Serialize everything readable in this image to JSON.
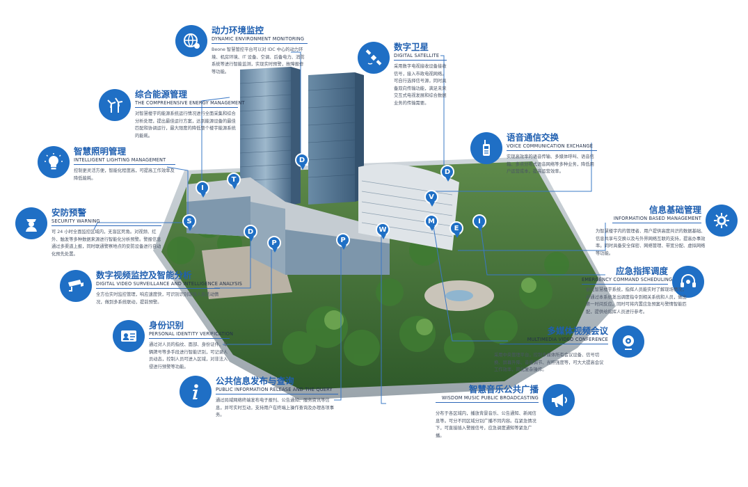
{
  "colors": {
    "accent": "#1f6fc5",
    "title": "#1f5fb0",
    "line": "#3a78c6"
  },
  "cards": [
    {
      "id": "dongli",
      "icon": "globe-gear-icon",
      "zh": "动力环境监控",
      "en": "DYNAMIC ENVIRONMENT MONITORING",
      "desc": "Beone 智慧管控平台可以对 IDC 中心的动力环境、机房环境、IT 设备、空调、后备电力、消防系统等进行智能监测，实现实时预警，故障报修等功能。"
    },
    {
      "id": "nengyuan",
      "icon": "wind-turbine-icon",
      "zh": "综合能源管理",
      "en": "THE COMPREHENSIVE ENERGY MANAGEMENT",
      "desc": "对智慧楼宇的能源系统运行情况进行全面采集和综合分析处理，提出最佳运行方案，达到能源设备的最佳匹配和协调运行，最大限度的降低整个楼宇能源系统的能耗。"
    },
    {
      "id": "zhaoming",
      "icon": "light-bulb-icon",
      "zh": "智慧照明管理",
      "en": "INTELLIGENT LIGHTING MANAGEMENT",
      "desc": "控制更灵活方便，智能化程度高，可提高工作效率及降低能耗。"
    },
    {
      "id": "anfang",
      "icon": "security-guard-icon",
      "zh": "安防预警",
      "en": "SECURITY WARNING",
      "desc": "可 24 小时全面监控区域内，无盲区死角。对视频、红外、触发等多种数据来源进行智能化分析预警。警报信息通过多渠道上报，同时联通警察地点的安防设备进行自动化预先处置。"
    },
    {
      "id": "shipin",
      "icon": "security-camera-icon",
      "zh": "数字视频监控及智能分析",
      "en": "DIGITAL VIDEO SURVEILLANCE AND INTELLIGENCE ANALYSIS",
      "desc": "全方位实时监控管理，响应速度快，可识别识别现场人员活动情况，做到多系统联动，提前预警。"
    },
    {
      "id": "shenfen",
      "icon": "id-card-icon",
      "zh": "身份识别",
      "en": "PERSONAL IDENTITY VERIFICATION",
      "desc": "通过对人员的指纹、面部、身份证件、车辆牌号等多手段进行智能识别，可记录人员动态，控制人员可进入区域，对非法入侵进行预警等功能。"
    },
    {
      "id": "gonggong",
      "icon": "info-icon",
      "zh": "公共信息发布与查询",
      "en": "PUBLIC INFORMATION RELEASE AND THE QUERY",
      "desc": "通过局域网络终端发布电子报刊、公告通知、服务资讯等信息，并可实时互动，支持用户在终端上操作查询及办理各项事务。"
    },
    {
      "id": "weixing",
      "icon": "satellite-icon",
      "zh": "数字卫星",
      "en": "DIGITAL SATELLITE",
      "desc": "采用数字电视接收设备接收信号，接入市政电视网络。可自行选择信号源，同时具备双向传输功能，满足未来交互式电视发展和综合数据业务的传输需要。"
    },
    {
      "id": "yuyin",
      "icon": "walkie-talkie-icon",
      "zh": "语音通信交换",
      "en": "VOICE COMMUNICATION EXCHANGE",
      "desc": "实现高效率的语音传输、多媒体呼叫、语音信箱、多点分布式语音网络等多种业务，降低用户运营成本，提高运营效率。"
    },
    {
      "id": "xinxi",
      "icon": "gear-network-icon",
      "zh": "信息基础管理",
      "en": "INFORMATION BASED MANAGEMENT",
      "desc": "为智慧楼宇内的管理者、用户提供高度共识的数据基础、信息共享与交换以及与外界网络互联的支持，提高办事效率。同时具备安全保密、网络管理、带宽分配、虚拟网络等功能。"
    },
    {
      "id": "yingji",
      "icon": "headset-icon",
      "zh": "应急指挥调度",
      "en": "EMERGENCY COMMAND SCHEDULING",
      "desc": "依托智慧楼宇系统，指挥人员能实时了解现场情况，并通过本系统发出调度指令到相关系统和人员，做出第一时间反应。同时可将内置应急预案与警情智能匹配，提供给指挥人员进行参考。"
    },
    {
      "id": "duomeiti",
      "icon": "video-camera-icon",
      "zh": "多媒体视频会议",
      "en": "MULTIMEDIA VIDEO CONFERENCE",
      "desc": "采用中央管理平台，控制多媒体所有会议设备、信号切换、屏幕升降、音量调节、光照强度等，可大大提高会议工作效率，简化复杂操作。"
    },
    {
      "id": "yinyue",
      "icon": "megaphone-icon",
      "zh": "智慧音乐公共广播",
      "en": "WISDOM MUSIC PUBLIC BROADCASTING",
      "desc": "分布于各区域内，播放背景音乐、公告通知、新闻信息等。可分不同区域分别广播不同内容。在紧急情况下，可直接插入警报信号，应急调度通知等紧急广播。"
    }
  ],
  "markers": [
    "D",
    "T",
    "I",
    "S",
    "D",
    "P",
    "P",
    "W",
    "D",
    "V",
    "M",
    "E",
    "I"
  ]
}
